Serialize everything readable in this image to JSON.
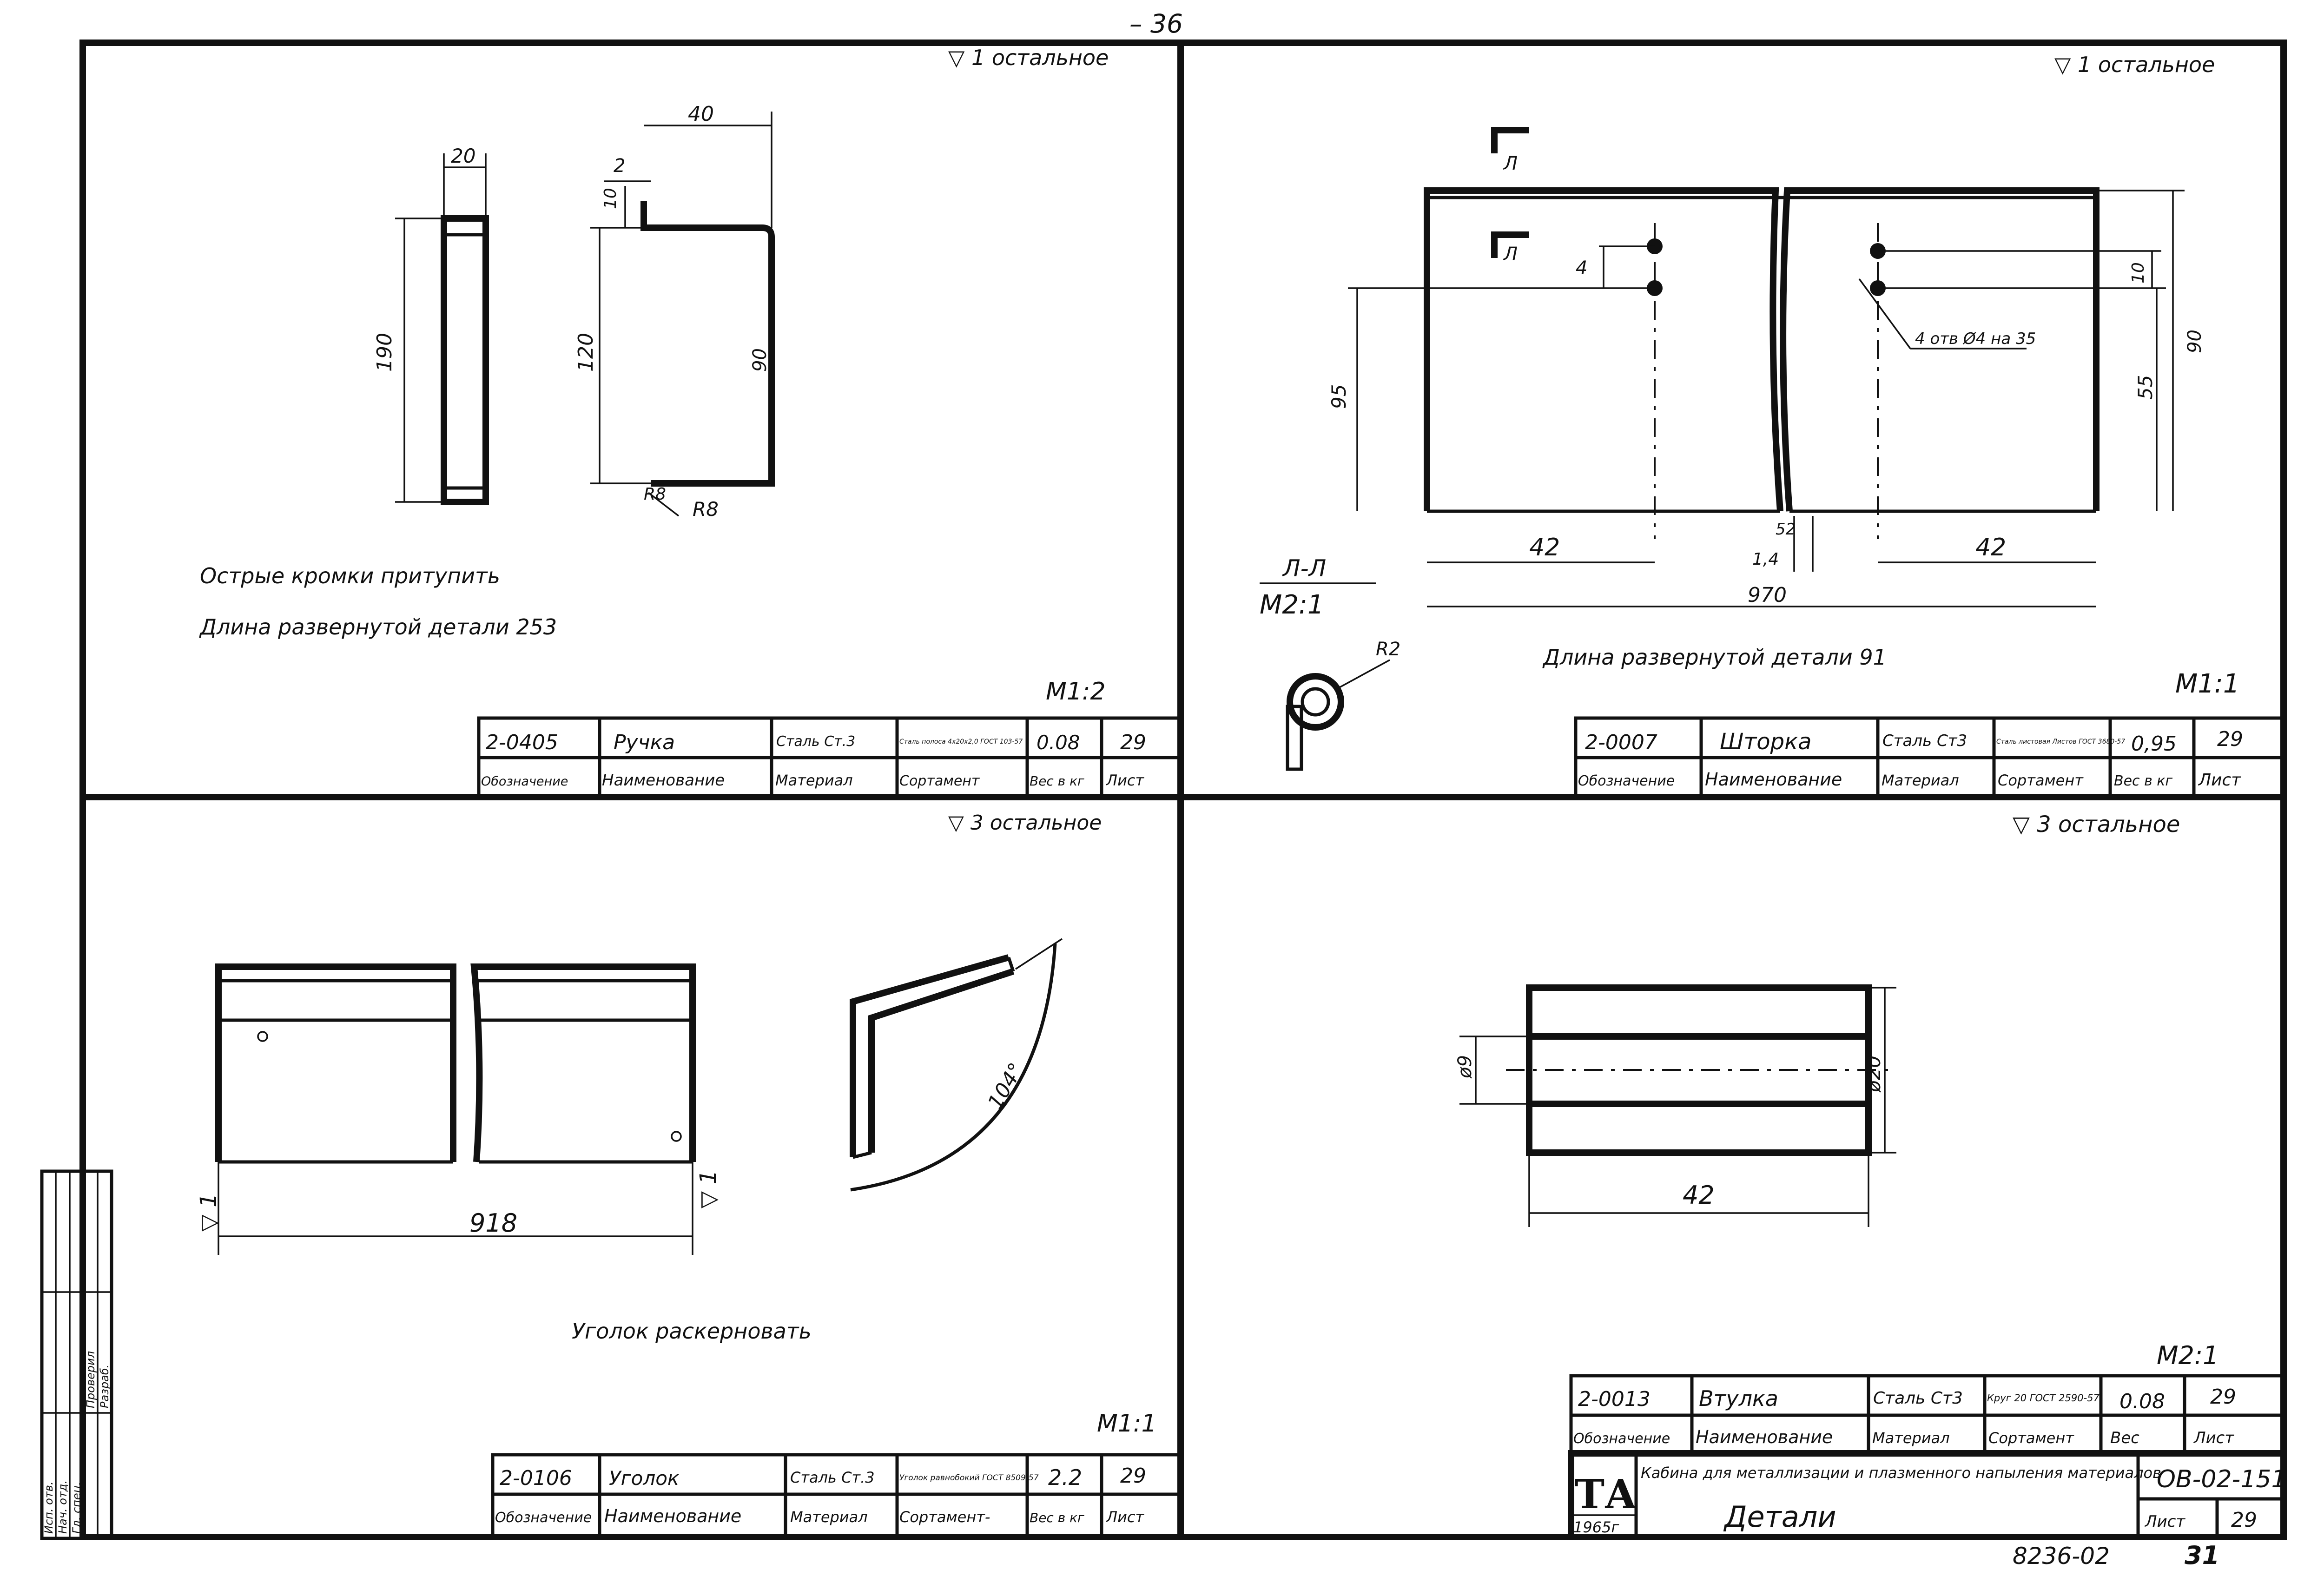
{
  "sheet_top_number": "– 36",
  "sheet_bottom": {
    "code": "8236-02",
    "page": "31"
  },
  "panels": {
    "handle": {
      "roughness": "▽ 1 остальное",
      "dims": [
        "20",
        "190",
        "40",
        "2",
        "10",
        "120",
        "90",
        "R8",
        "R8"
      ],
      "notes": [
        "Острые кромки притупить",
        "Длина развернутой детали 253"
      ],
      "scale": "М1:2",
      "table": {
        "number": "2-0405",
        "name": "Ручка",
        "material": "Сталь Ст.3",
        "assortment": "Сталь полоса 4х20х2,0 ГОСТ 103-57",
        "weight": "0.08",
        "sheet": "29",
        "headers": [
          "Обозначение",
          "Наименование",
          "Материал",
          "Сортамент",
          "Вес в кг",
          "Лист"
        ]
      }
    },
    "curtain": {
      "roughness": "▽ 1 остальное",
      "section_marks": [
        "Л",
        "Л"
      ],
      "dims": [
        "4",
        "95",
        "10",
        "90",
        "55",
        "42",
        "42",
        "970",
        "52",
        "1,4",
        "R2"
      ],
      "hole_callout": "4 отв Ø4 на 35",
      "section_title": "Л-Л",
      "section_scale": "М2:1",
      "note": "Длина развернутой детали 91",
      "scale": "М1:1",
      "table": {
        "number": "2-0007",
        "name": "Шторка",
        "material": "Сталь Ст3",
        "assortment": "Сталь листовая Листов ГОСТ 3680-57",
        "weight": "0,95",
        "sheet": "29",
        "headers": [
          "Обозначение",
          "Наименование",
          "Материал",
          "Сортамент",
          "Вес в кг",
          "Лист"
        ]
      }
    },
    "angle": {
      "roughness": "▽ 3 остальное",
      "marks": [
        "▽ 1",
        "▽ 1"
      ],
      "dims": [
        "918",
        "104°"
      ],
      "note": "Уголок раскерновать",
      "scale": "М1:1",
      "table": {
        "number": "2-0106",
        "name": "Уголок",
        "material": "Сталь Ст.3",
        "assortment": "Уголок равнобокий ГОСТ 8509-57",
        "weight": "2.2",
        "sheet": "29",
        "headers": [
          "Обозначение",
          "Наименование",
          "Материал",
          "Сортамент-",
          "Вес в кг",
          "Лист"
        ]
      }
    },
    "bushing": {
      "roughness": "▽ 3 остальное",
      "dims": [
        "ø9",
        "ø20",
        "42"
      ],
      "scale": "М2:1",
      "table": {
        "number": "2-0013",
        "name": "Втулка",
        "material": "Сталь Ст3",
        "assortment": "Круг 20 ГОСТ 2590-57",
        "weight": "0.08",
        "sheet": "29",
        "headers": [
          "Обозначение",
          "Наименование",
          "Материал",
          "Сортамент",
          "Вес",
          "Лист"
        ]
      }
    }
  },
  "title_block": {
    "logo": "ТА",
    "year": "1965г",
    "project": "Кабина для металлизации и плазменного напыления материалов",
    "subtitle": "Детали",
    "code": "ОВ-02-151",
    "sheet_label": "Лист",
    "sheet_number": "29"
  },
  "margin_stamp": [
    "Исп. отв.",
    "Нач. отд.",
    "Гл. спец.",
    "Проверил",
    "Разраб."
  ]
}
